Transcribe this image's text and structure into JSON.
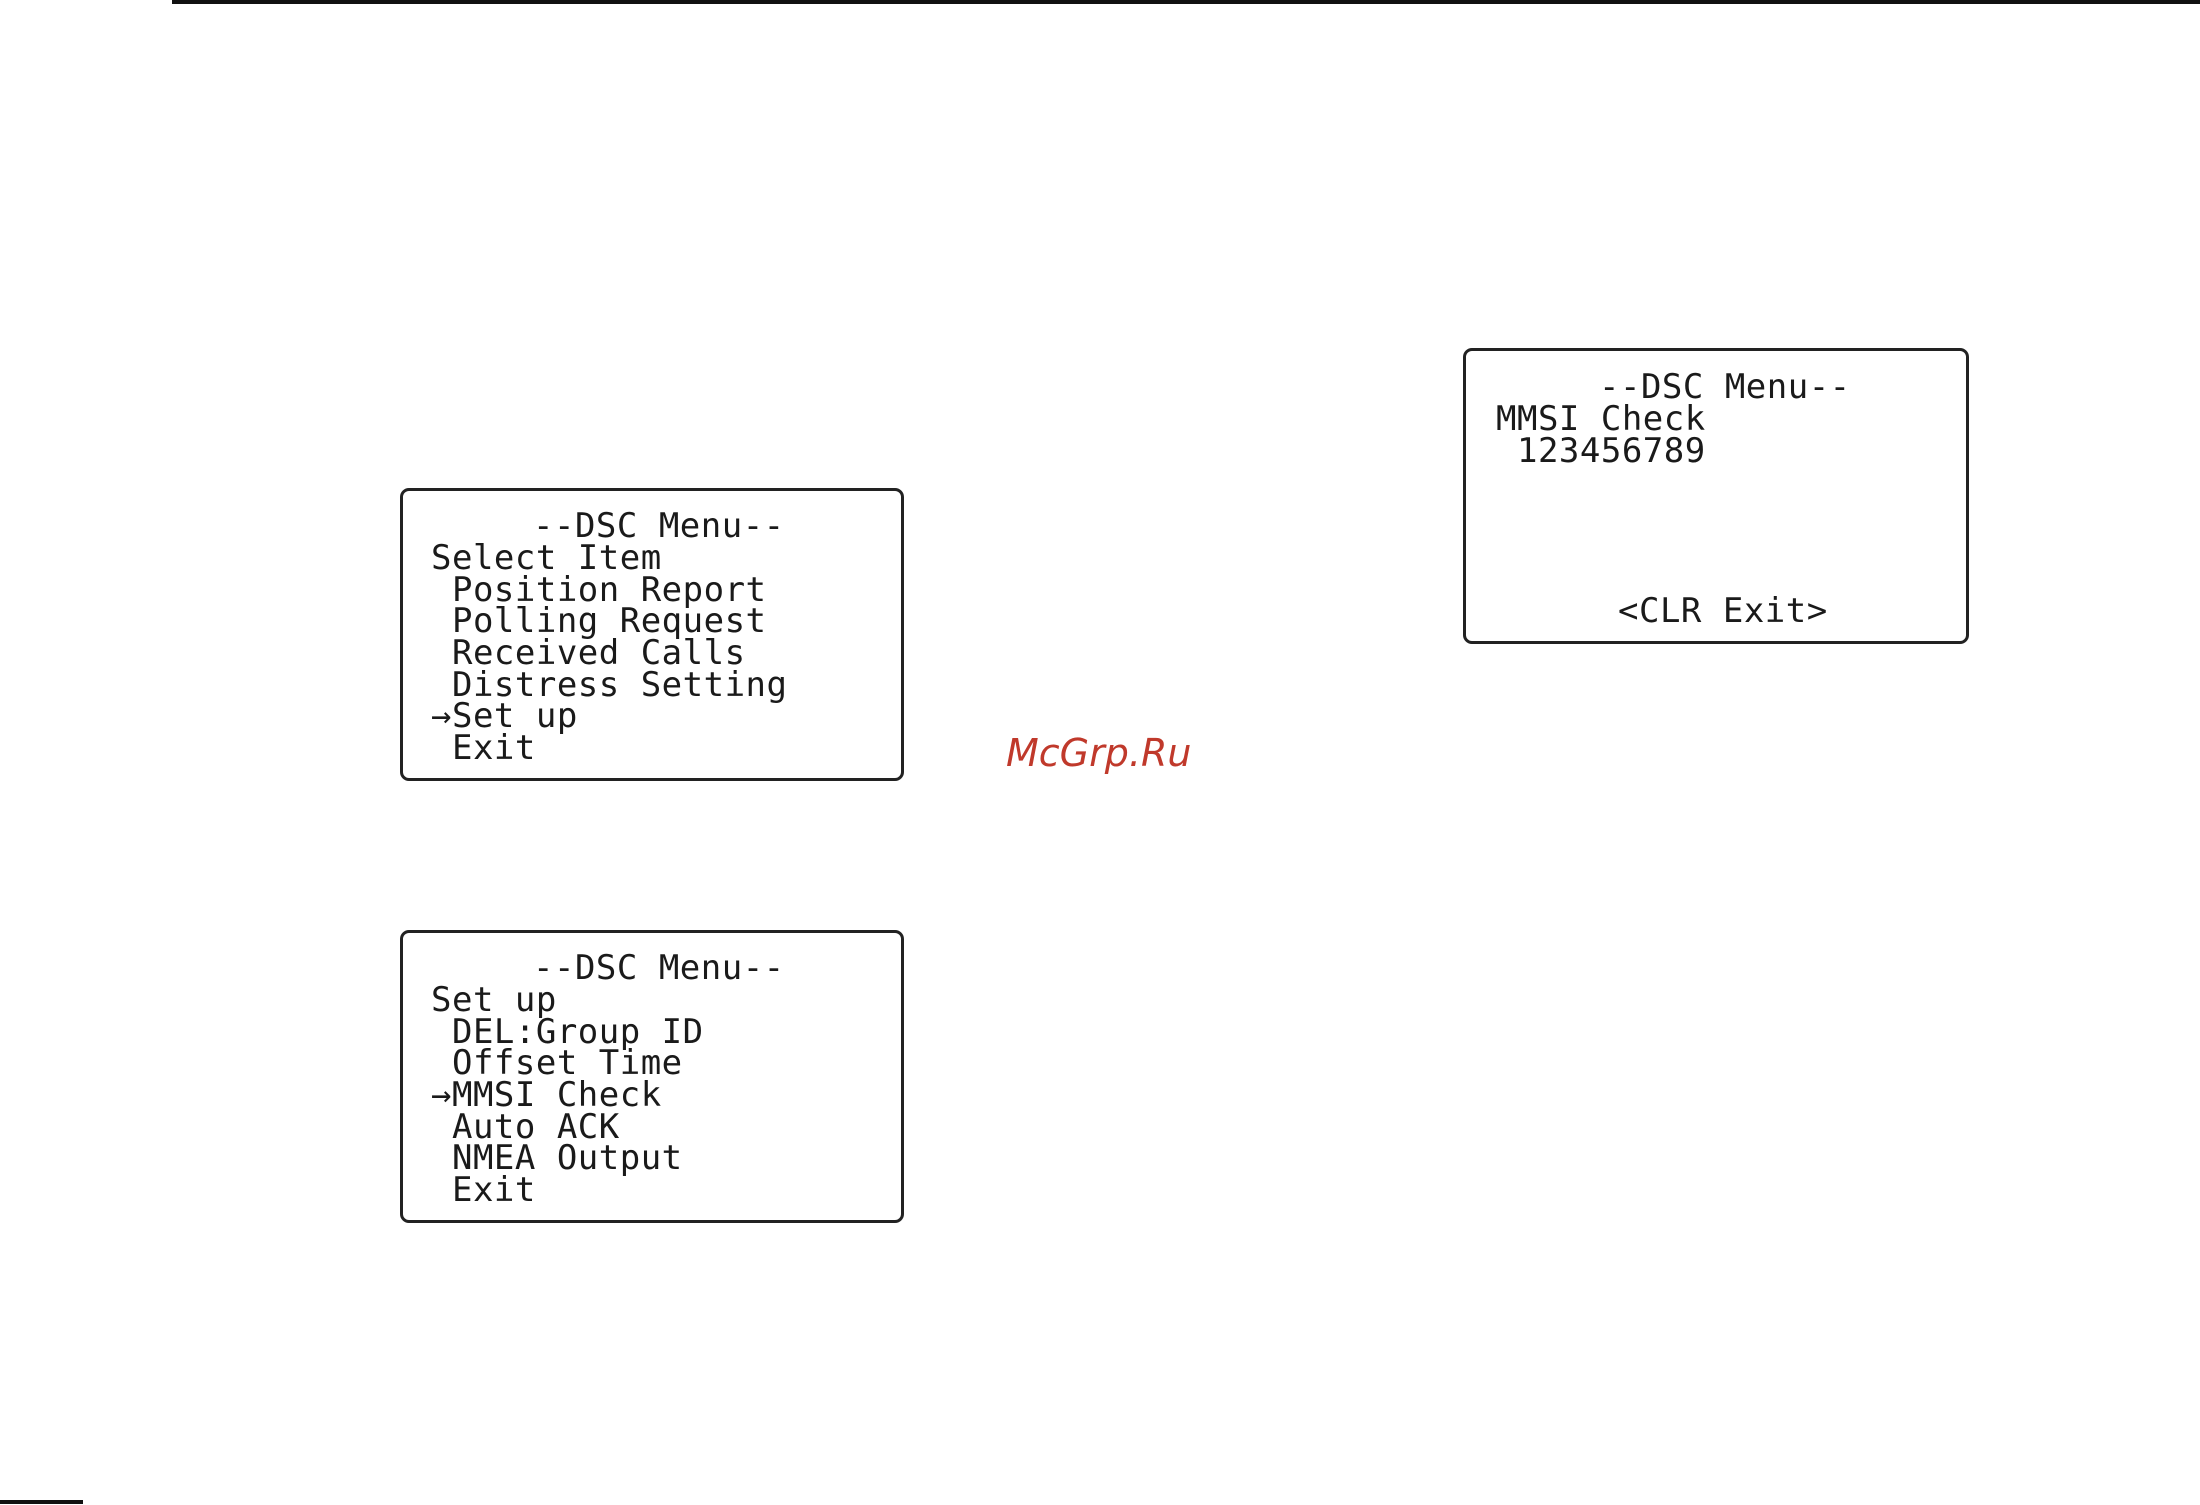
{
  "screen1": {
    "title": "--DSC Menu--",
    "subtitle": "Select Item",
    "items": [
      " Position Report",
      " Polling Request",
      " Received Calls",
      " Distress Setting",
      "→Set up",
      " Exit"
    ]
  },
  "screen2": {
    "title": "--DSC Menu--",
    "subtitle": "Set up",
    "items": [
      " DEL:Group ID",
      " Offset Time",
      "→MMSI Check",
      " Auto ACK",
      " NMEA Output",
      " Exit"
    ]
  },
  "screen3": {
    "title": "--DSC Menu--",
    "subtitle": "MMSI Check",
    "mmsi": " 123456789",
    "footer": "<CLR Exit>"
  },
  "watermark": "McGrp.Ru",
  "colors": {
    "ink": "#1a1a1a",
    "watermark": "#c0392b"
  }
}
